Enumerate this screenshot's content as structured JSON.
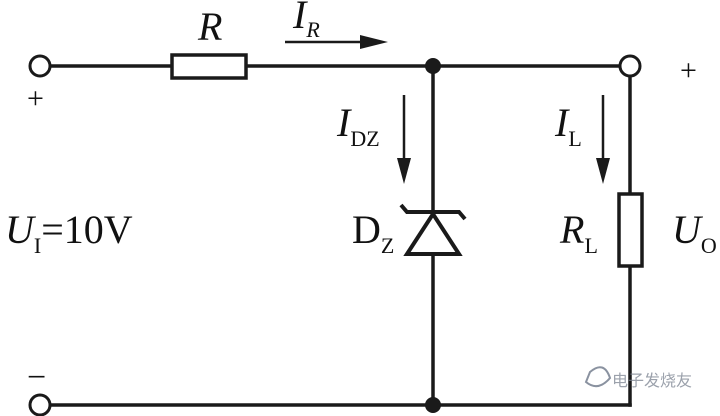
{
  "circuit": {
    "resistor_R": {
      "symbol": "R"
    },
    "current_IR": {
      "main": "I",
      "sub": "R"
    },
    "current_IDZ": {
      "main": "I",
      "sub": "DZ"
    },
    "current_IL": {
      "main": "I",
      "sub": "L"
    },
    "zener": {
      "main": "D",
      "sub": "Z"
    },
    "load": {
      "main": "R",
      "sub": "L"
    },
    "input_voltage": {
      "main": "U",
      "sub": "I",
      "value": "=10V"
    },
    "output_voltage": {
      "main": "U",
      "sub": "O"
    },
    "polarity": {
      "in_plus": "+",
      "in_minus": "−",
      "out_plus": "+"
    }
  },
  "watermark": {
    "text": "电子发烧友"
  }
}
